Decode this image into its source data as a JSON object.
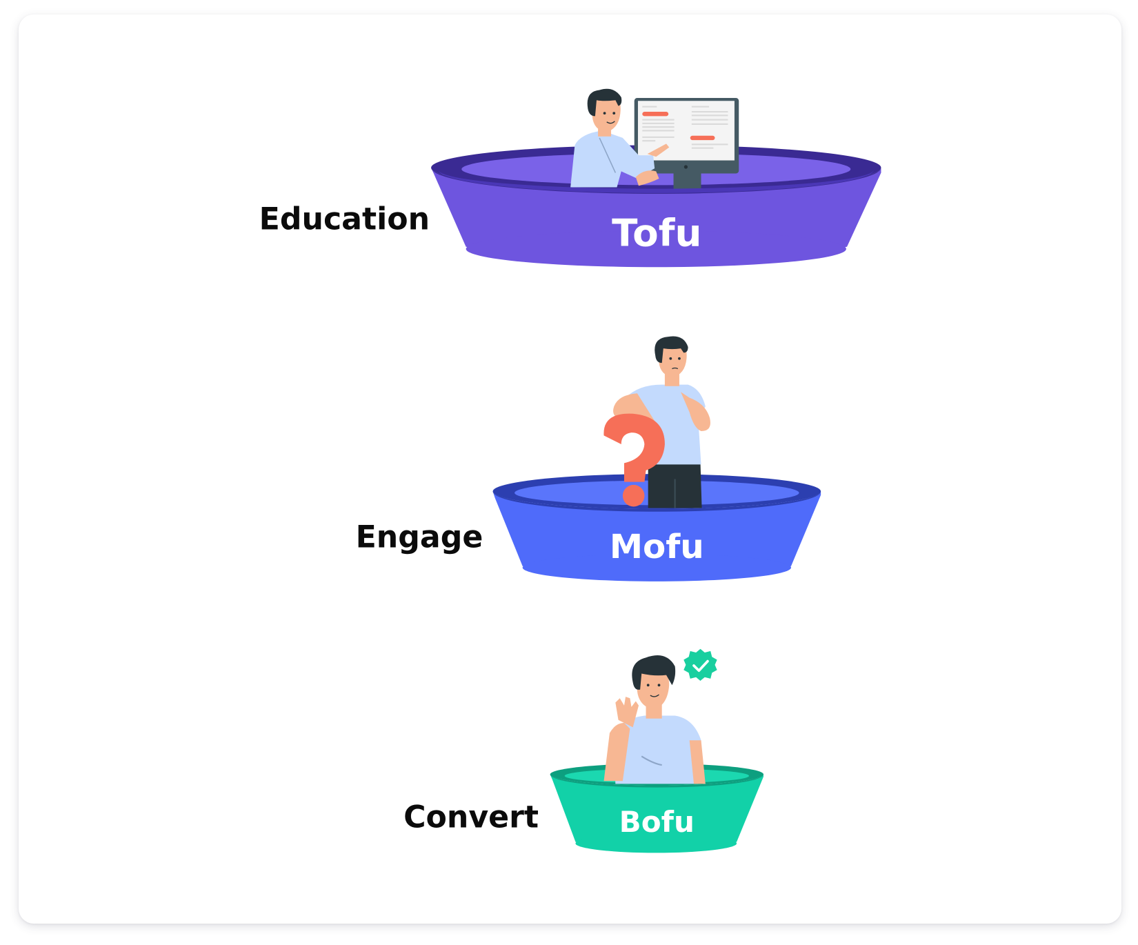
{
  "diagram": {
    "type": "marketing-funnel",
    "stages": [
      {
        "label": "Education",
        "funnel_label": "Tofu",
        "color": "#6e55df",
        "rim_color": "#3a2a93",
        "inner_color": "#7a62e8",
        "illustration": "person-at-computer"
      },
      {
        "label": "Engage",
        "funnel_label": "Mofu",
        "color": "#4f6bfa",
        "rim_color": "#2c3fb0",
        "inner_color": "#5a75fb",
        "illustration": "person-thinking-question-mark"
      },
      {
        "label": "Convert",
        "funnel_label": "Bofu",
        "color": "#12d1a8",
        "rim_color": "#0d9f7f",
        "inner_color": "#1bd8b0",
        "illustration": "person-waving-verified-badge"
      }
    ],
    "colors": {
      "skin": "#f7b793",
      "shirt": "#c3dafd",
      "hair": "#263238",
      "accent_red": "#f66f58",
      "badge_green": "#19cf9f"
    }
  }
}
